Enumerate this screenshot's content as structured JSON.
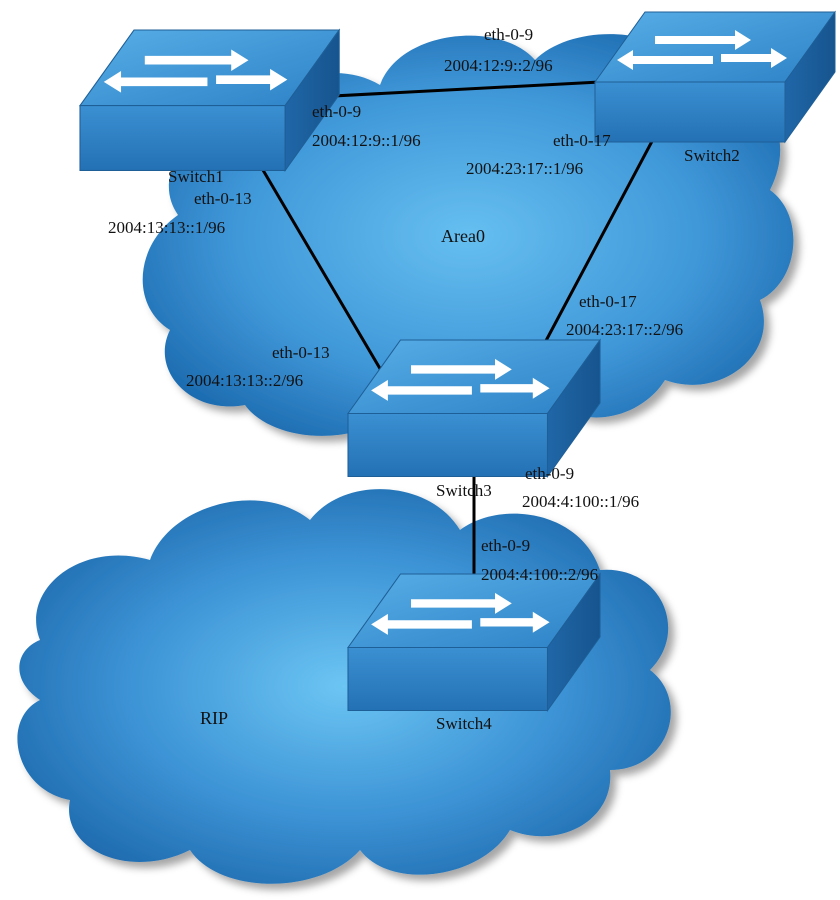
{
  "areas": {
    "top": "Area0",
    "bottom": "RIP"
  },
  "switches": {
    "s1": "Switch1",
    "s2": "Switch2",
    "s3": "Switch3",
    "s4": "Switch4"
  },
  "links": {
    "s1_s2": {
      "s1_port": "eth-0-9",
      "s1_ip": "2004:12:9::1/96",
      "s2_port": "eth-0-9",
      "s2_ip": "2004:12:9::2/96"
    },
    "s1_s3": {
      "s1_port": "eth-0-13",
      "s1_ip": "2004:13:13::1/96",
      "s3_port": "eth-0-13",
      "s3_ip": "2004:13:13::2/96"
    },
    "s2_s3": {
      "s2_port": "eth-0-17",
      "s2_ip": "2004:23:17::1/96",
      "s3_port": "eth-0-17",
      "s3_ip": "2004:23:17::2/96"
    },
    "s3_s4": {
      "s3_port": "eth-0-9",
      "s3_ip": "2004:4:100::1/96",
      "s4_port": "eth-0-9",
      "s4_ip": "2004:4:100::2/96"
    }
  },
  "colors": {
    "cloud_center": "#5fb7ea",
    "cloud_edge": "#1e6fb5",
    "switch_top": "#3d96d4",
    "switch_front": "#2f7fc2",
    "switch_side": "#1d5e9c",
    "link": "#000000"
  }
}
